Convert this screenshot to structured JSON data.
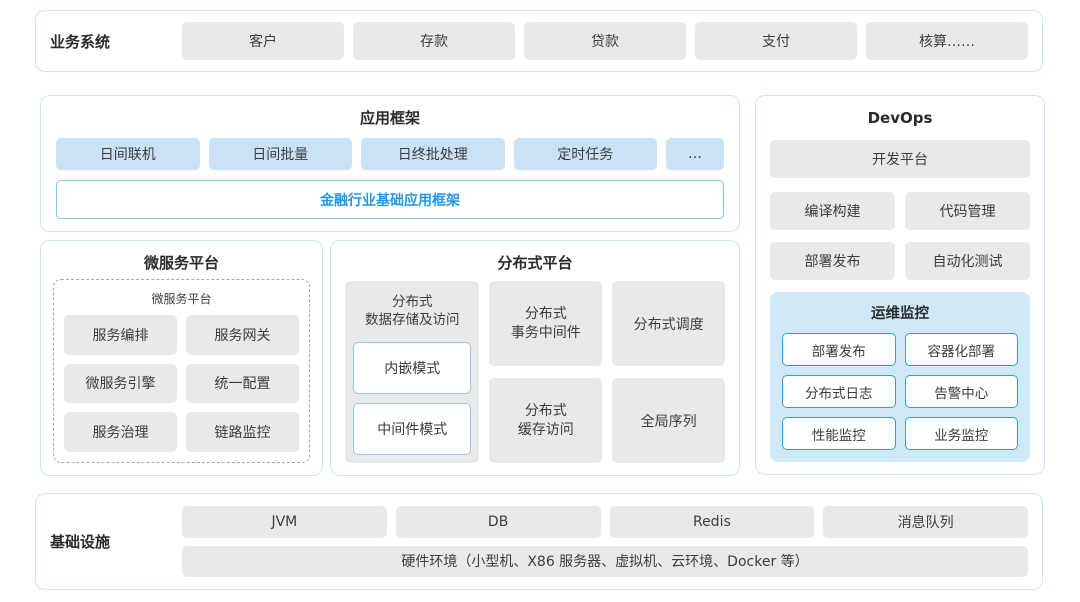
{
  "business_systems": {
    "label": "业务系统",
    "items": [
      "客户",
      "存款",
      "贷款",
      "支付",
      "核算……"
    ]
  },
  "app_framework": {
    "title": "应用框架",
    "modules": [
      "日间联机",
      "日间批量",
      "日终批处理",
      "定时任务",
      "…"
    ],
    "base_framework": "金融行业基础应用框架"
  },
  "microservice_platform": {
    "title": "微服务平台",
    "inner_title": "微服务平台",
    "items": [
      "服务编排",
      "服务网关",
      "微服务引擎",
      "统一配置",
      "服务治理",
      "链路监控"
    ]
  },
  "distributed_platform": {
    "title": "分布式平台",
    "storage": {
      "title": "分布式\n数据存储及访问",
      "modes": [
        "内嵌模式",
        "中间件模式"
      ]
    },
    "cells": [
      "分布式\n事务中间件",
      "分布式调度",
      "分布式\n缓存访问",
      "全局序列"
    ]
  },
  "devops": {
    "title": "DevOps",
    "dev_platform": "开发平台",
    "tools": [
      "编译构建",
      "代码管理",
      "部署发布",
      "自动化测试"
    ],
    "monitoring": {
      "title": "运维监控",
      "items": [
        "部署发布",
        "容器化部署",
        "分布式日志",
        "告警中心",
        "性能监控",
        "业务监控"
      ]
    }
  },
  "infrastructure": {
    "label": "基础设施",
    "items": [
      "JVM",
      "DB",
      "Redis",
      "消息队列"
    ],
    "hardware": "硬件环境（小型机、X86 服务器、虚拟机、云环境、Docker 等）"
  },
  "colors": {
    "panel_border": "#c9e8f2",
    "gray_box": "#e9e9e9",
    "blue_box": "#c9e2f5",
    "accent_blue": "#2298e9",
    "monitor_bg": "#cfe9f8",
    "monitor_box_border": "#2f9ede"
  }
}
